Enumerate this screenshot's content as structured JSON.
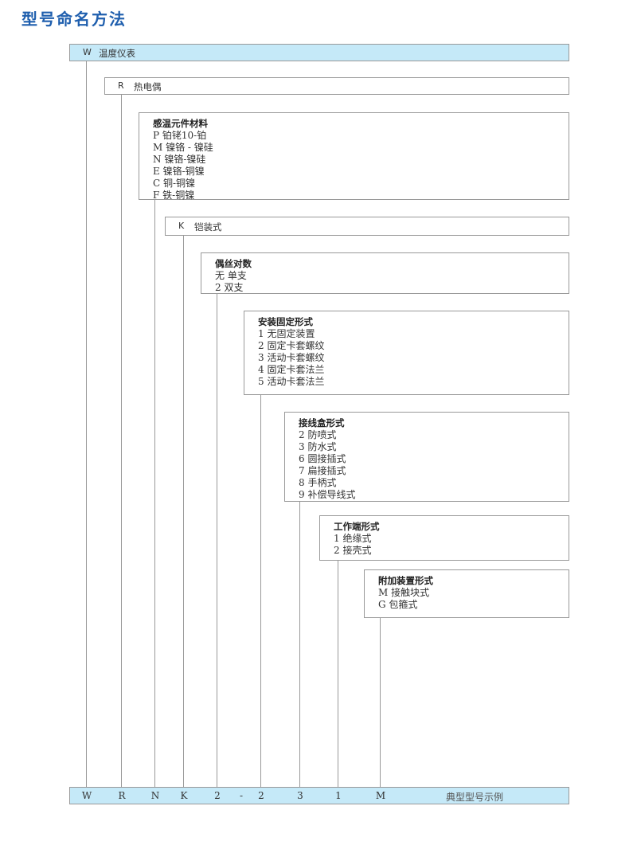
{
  "title": "型号命名方法",
  "level1": {
    "code": "W",
    "label": "温度仪表"
  },
  "level2": {
    "code": "R",
    "label": "热电偶"
  },
  "material": {
    "heading": "感温元件材料",
    "items": [
      "P 铂铑10-铂",
      "M 镍铬 - 镍硅",
      "N 镍铬-镍硅",
      "E 镍铬-铜镍",
      "C 铜-铜镍",
      "F 铁-铜镍"
    ]
  },
  "armored": {
    "code": "K",
    "label": "铠装式"
  },
  "pairs": {
    "heading": "偶丝对数",
    "items": [
      "无 单支",
      "2 双支"
    ]
  },
  "mounting": {
    "heading": "安装固定形式",
    "items": [
      "1 无固定装置",
      "2 固定卡套螺纹",
      "3 活动卡套螺纹",
      "4 固定卡套法兰",
      "5 活动卡套法兰"
    ]
  },
  "junction_box": {
    "heading": "接线盒形式",
    "items": [
      "2 防喷式",
      "3 防水式",
      "6 圆接插式",
      "7 扁接插式",
      "8 手柄式",
      "9 补偿导线式"
    ]
  },
  "working_end": {
    "heading": "工作端形式",
    "items": [
      "1 绝缘式",
      "2 接壳式"
    ]
  },
  "accessory": {
    "heading": "附加装置形式",
    "items": [
      "M 接触块式",
      "G 包箍式"
    ]
  },
  "example": {
    "codes": [
      "W",
      "R",
      "N",
      "K",
      "2",
      "-",
      "2",
      "3",
      "1",
      "M"
    ],
    "label": "典型型号示例"
  },
  "colors": {
    "title": "#1f5fae",
    "bar": "#c5e9f8",
    "border": "#999999"
  }
}
